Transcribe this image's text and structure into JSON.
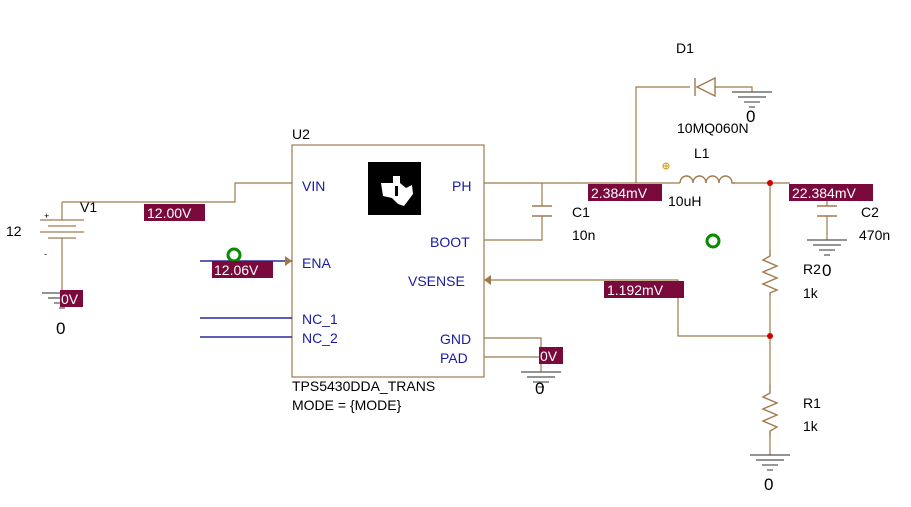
{
  "component_ref": "U2",
  "component_part": "TPS5430DDA_TRANS",
  "component_param": "MODE = {MODE}",
  "pins": {
    "vin": "VIN",
    "ena": "ENA",
    "nc1": "NC_1",
    "nc2": "NC_2",
    "ph": "PH",
    "boot": "BOOT",
    "vsense": "VSENSE",
    "gnd": "GND",
    "pad": "PAD"
  },
  "v1": {
    "ref": "V1",
    "value": "12",
    "plus": "+",
    "minus": "-"
  },
  "c1": {
    "ref": "C1",
    "value": "10n"
  },
  "c2": {
    "ref": "C2",
    "value": "470n"
  },
  "l1": {
    "ref": "L1",
    "value": "10uH"
  },
  "d1": {
    "ref": "D1",
    "value": "10MQ060N"
  },
  "r1": {
    "ref": "R1",
    "value": "1k"
  },
  "r2": {
    "ref": "R2",
    "value": "1k"
  },
  "voltage_labels": {
    "vin": "12.00V",
    "ena": "12.06V",
    "v1_gnd": "0V",
    "pad": "0V",
    "ph": "2.384mV",
    "out": "22.384mV",
    "vsense": "1.192mV"
  },
  "grounds": {
    "v1": "0",
    "u2": "0",
    "d1": "0",
    "c2": "0",
    "r1": "0"
  },
  "colors": {
    "wire": "#9b7a4a",
    "wire_blue": "#2a2a9e",
    "body": "#a07a50",
    "label_bg": "#7a0a3c",
    "node_dot": "#d00000",
    "probe": "#0a8a00",
    "resistor": "#a07a50",
    "ground": "#555555"
  },
  "icons": {
    "logo": "ti-logo-icon"
  }
}
